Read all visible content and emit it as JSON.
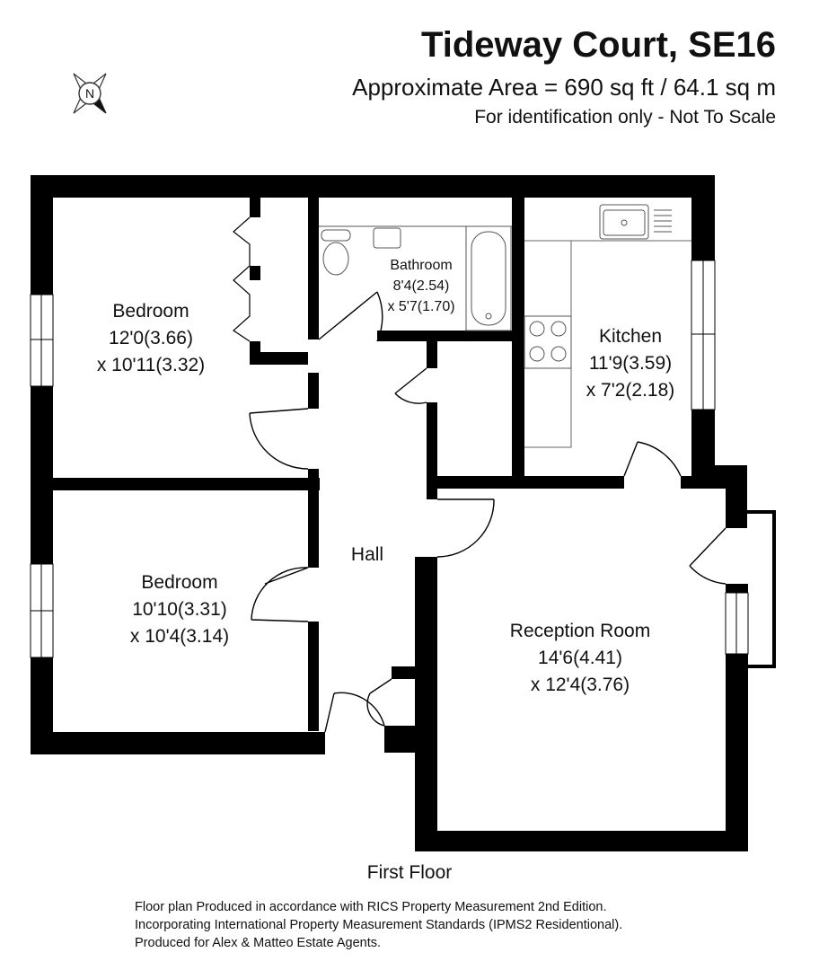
{
  "header": {
    "title": "Tideway Court, SE16",
    "area": "Approximate Area = 690 sq ft / 64.1 sq m",
    "scale_note": "For identification only - Not To Scale"
  },
  "compass": {
    "label": "N"
  },
  "rooms": {
    "bedroom1": {
      "name": "Bedroom",
      "dim1": "12'0(3.66)",
      "dim2": "x 10'11(3.32)"
    },
    "bathroom": {
      "name": "Bathroom",
      "dim1": "8'4(2.54)",
      "dim2": "x 5'7(1.70)"
    },
    "kitchen": {
      "name": "Kitchen",
      "dim1": "11'9(3.59)",
      "dim2": "x 7'2(2.18)"
    },
    "bedroom2": {
      "name": "Bedroom",
      "dim1": "10'10(3.31)",
      "dim2": "x 10'4(3.14)"
    },
    "hall": {
      "name": "Hall"
    },
    "reception": {
      "name": "Reception Room",
      "dim1": "14'6(4.41)",
      "dim2": "x 12'4(3.76)"
    }
  },
  "floor_name": "First Floor",
  "footer": {
    "line1": "Floor plan Produced in accordance with RICS Property Measurement 2nd Edition.",
    "line2": "Incorporating International Property Measurement Standards (IPMS2  Residentional).",
    "line3": "Produced for Alex & Matteo Estate Agents."
  }
}
